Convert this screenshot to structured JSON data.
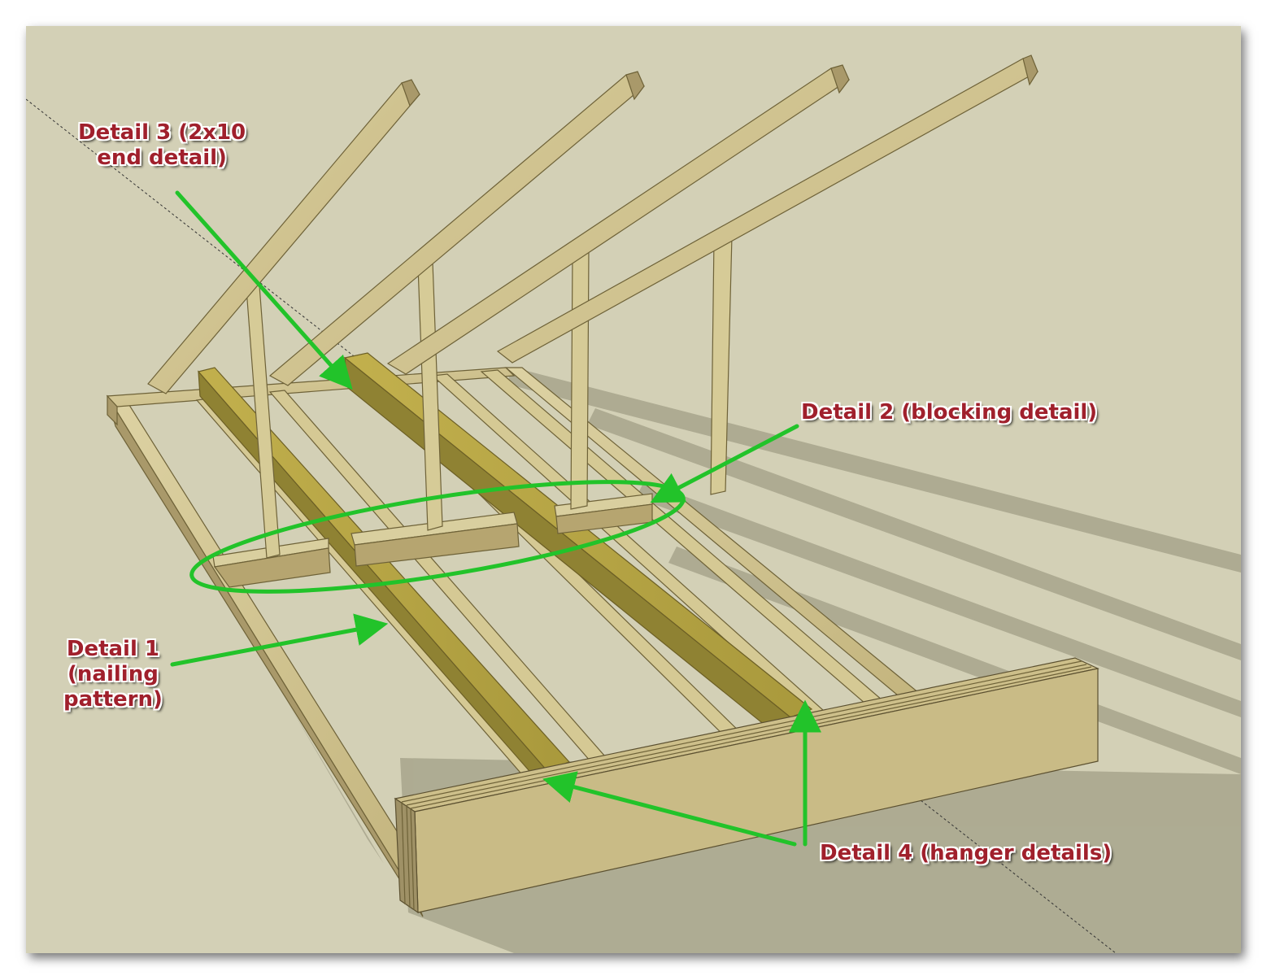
{
  "callouts": {
    "detail1": {
      "lines": [
        "Detail 1",
        "(nailing",
        "pattern)"
      ]
    },
    "detail2": {
      "text": "Detail 2 (blocking detail)"
    },
    "detail3": {
      "lines": [
        "Detail 3 (2x10",
        "end detail)"
      ]
    },
    "detail4": {
      "text": "Detail 4 (hanger details)"
    }
  },
  "colors": {
    "background": "#d3d0b6",
    "wood_light": "#d8cc9a",
    "wood_mid": "#c4b67e",
    "wood_dark": "#8a7c4c",
    "beam_yellow": "#b9a843",
    "shadow": "#a9a68f",
    "annotation_green": "#22c32a",
    "label_red": "#a0202c"
  }
}
